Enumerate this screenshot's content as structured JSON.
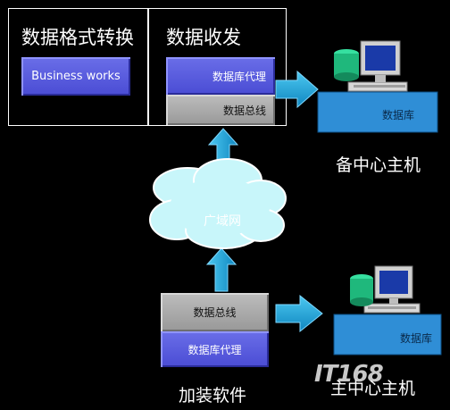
{
  "left_panel": {
    "title": "数据格式转换",
    "business_block": "Business works"
  },
  "right_panel": {
    "title": "数据收发",
    "proxy_block": "数据库代理",
    "bus_block": "数据总线"
  },
  "backup_center": {
    "db_label": "数据库",
    "caption": "备中心主机"
  },
  "cloud": {
    "label": "广域网"
  },
  "bottom_stack": {
    "bus_block": "数据总线",
    "proxy_block": "数据库代理",
    "caption": "加装软件"
  },
  "main_center": {
    "db_label": "数据库",
    "caption": "主中心主机"
  },
  "watermark": {
    "text": "IT168"
  },
  "colors": {
    "arrow": "#1aa0d8",
    "purple_block": "#5b5ee0",
    "gray_block": "#a8a8a8",
    "cloud": "#c8f6fa",
    "machine": "#2f8ed6"
  }
}
